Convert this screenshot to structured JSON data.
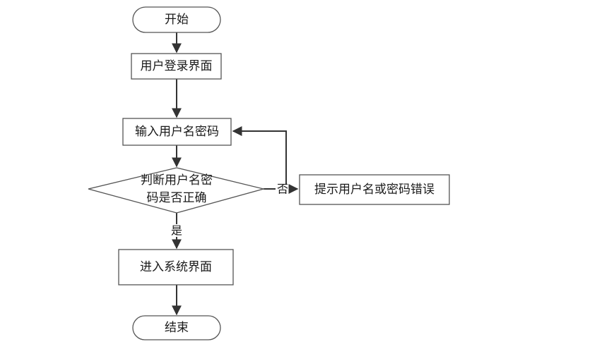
{
  "flowchart": {
    "nodes": {
      "start": "开始",
      "login": "用户登录界面",
      "input": "输入用户名密码",
      "check_line1": "判断用户名密",
      "check_line2": "码是否正确",
      "error": "提示用户名或密码错误",
      "enter": "进入系统界面",
      "end": "结束"
    },
    "edges": {
      "yes_label": "是",
      "no_label": "否"
    }
  }
}
